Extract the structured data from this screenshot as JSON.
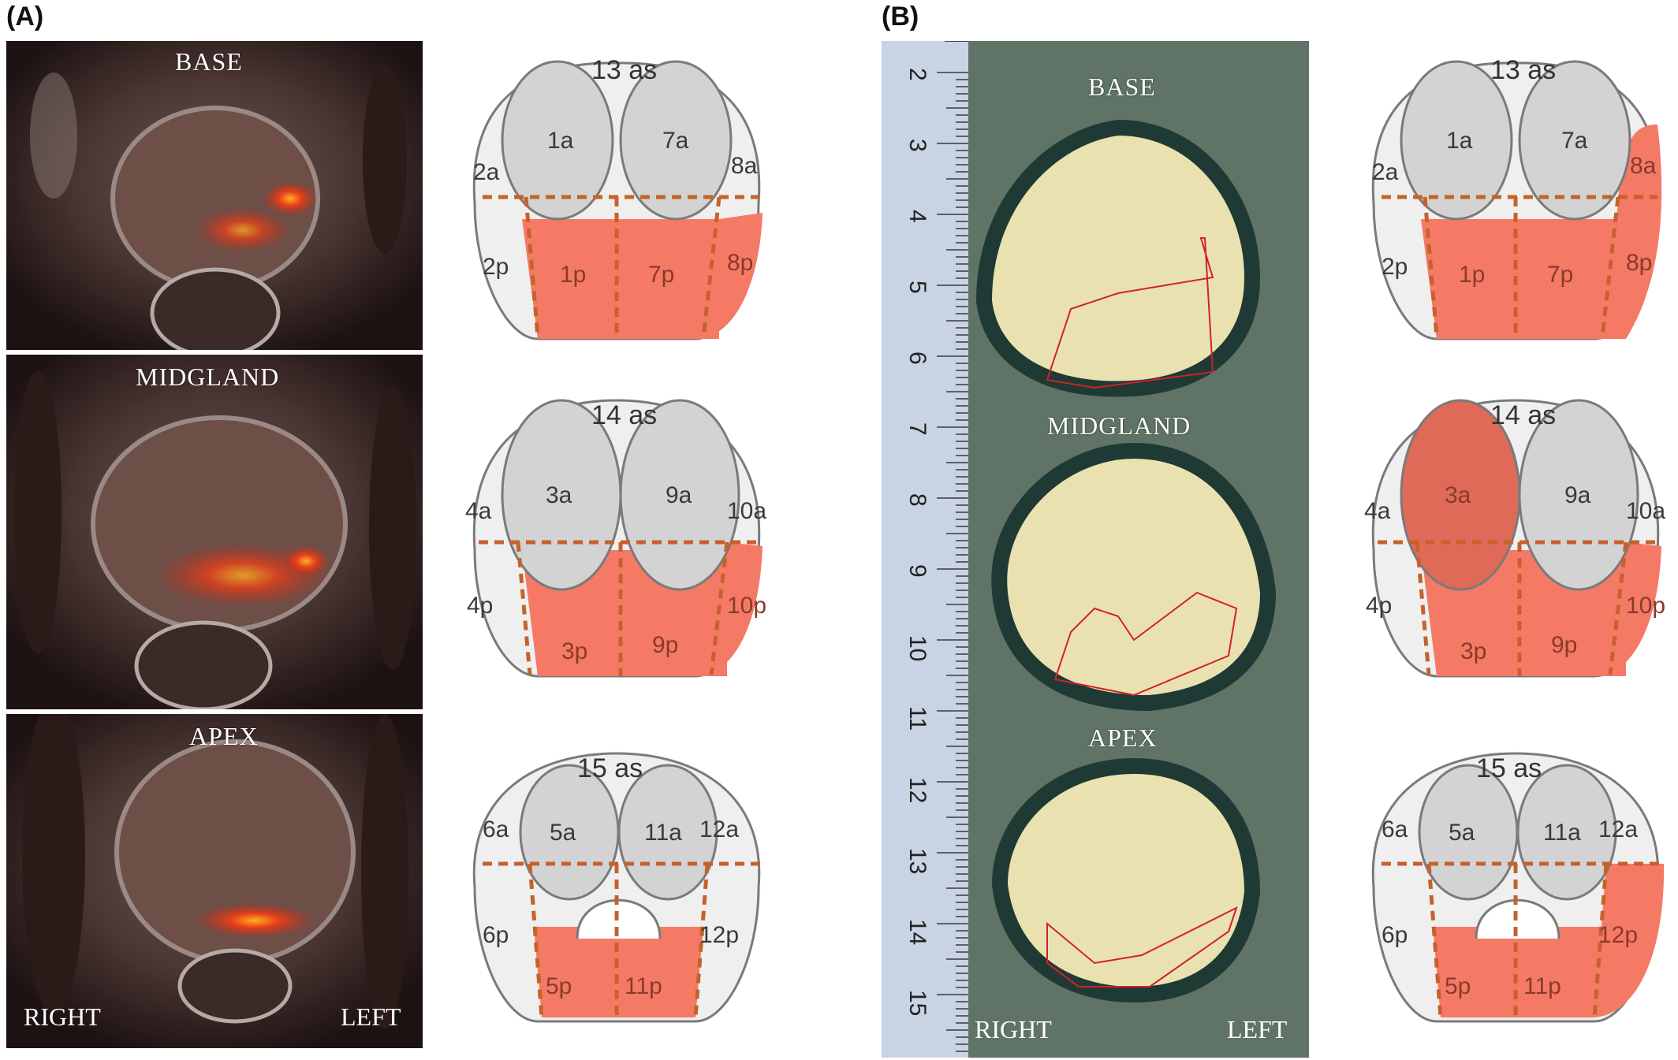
{
  "panels": {
    "a_label": "(A)",
    "b_label": "(B)"
  },
  "mri": {
    "base": "BASE",
    "midgland": "MIDGLAND",
    "apex": "APEX",
    "right": "RIGHT",
    "left": "LEFT"
  },
  "pathology": {
    "base": "BASE",
    "midgland": "MIDGLAND",
    "apex": "APEX",
    "right": "RIGHT",
    "left": "LEFT",
    "ruler_numbers": [
      "2",
      "3",
      "4",
      "5",
      "6",
      "7",
      "8",
      "9",
      "10",
      "11",
      "12",
      "13",
      "14",
      "15"
    ]
  },
  "zones": {
    "base": {
      "as": "13 as",
      "r_ant_lat": "2a",
      "r_ant": "1a",
      "l_ant": "7a",
      "l_ant_lat": "8a",
      "r_post_lat": "2p",
      "r_post": "1p",
      "l_post": "7p",
      "l_post_lat": "8p"
    },
    "mid": {
      "as": "14 as",
      "r_ant_lat": "4a",
      "r_ant": "3a",
      "l_ant": "9a",
      "l_ant_lat": "10a",
      "r_post_lat": "4p",
      "r_post": "3p",
      "l_post": "9p",
      "l_post_lat": "10p"
    },
    "apex": {
      "as": "15 as",
      "r_ant_lat": "6a",
      "r_ant": "5a",
      "l_ant": "11a",
      "l_ant_lat": "12a",
      "r_post_lat": "6p",
      "r_post": "5p",
      "l_post": "11p",
      "l_post_lat": "12p"
    }
  },
  "colors": {
    "lesion": "#f47a66",
    "zone_gray": "#d3d3d3",
    "outline": "#7a7a7a",
    "dashed": "#c5622c",
    "pathology_bg": "#5f7366",
    "ruler": "#c8d4e4"
  }
}
